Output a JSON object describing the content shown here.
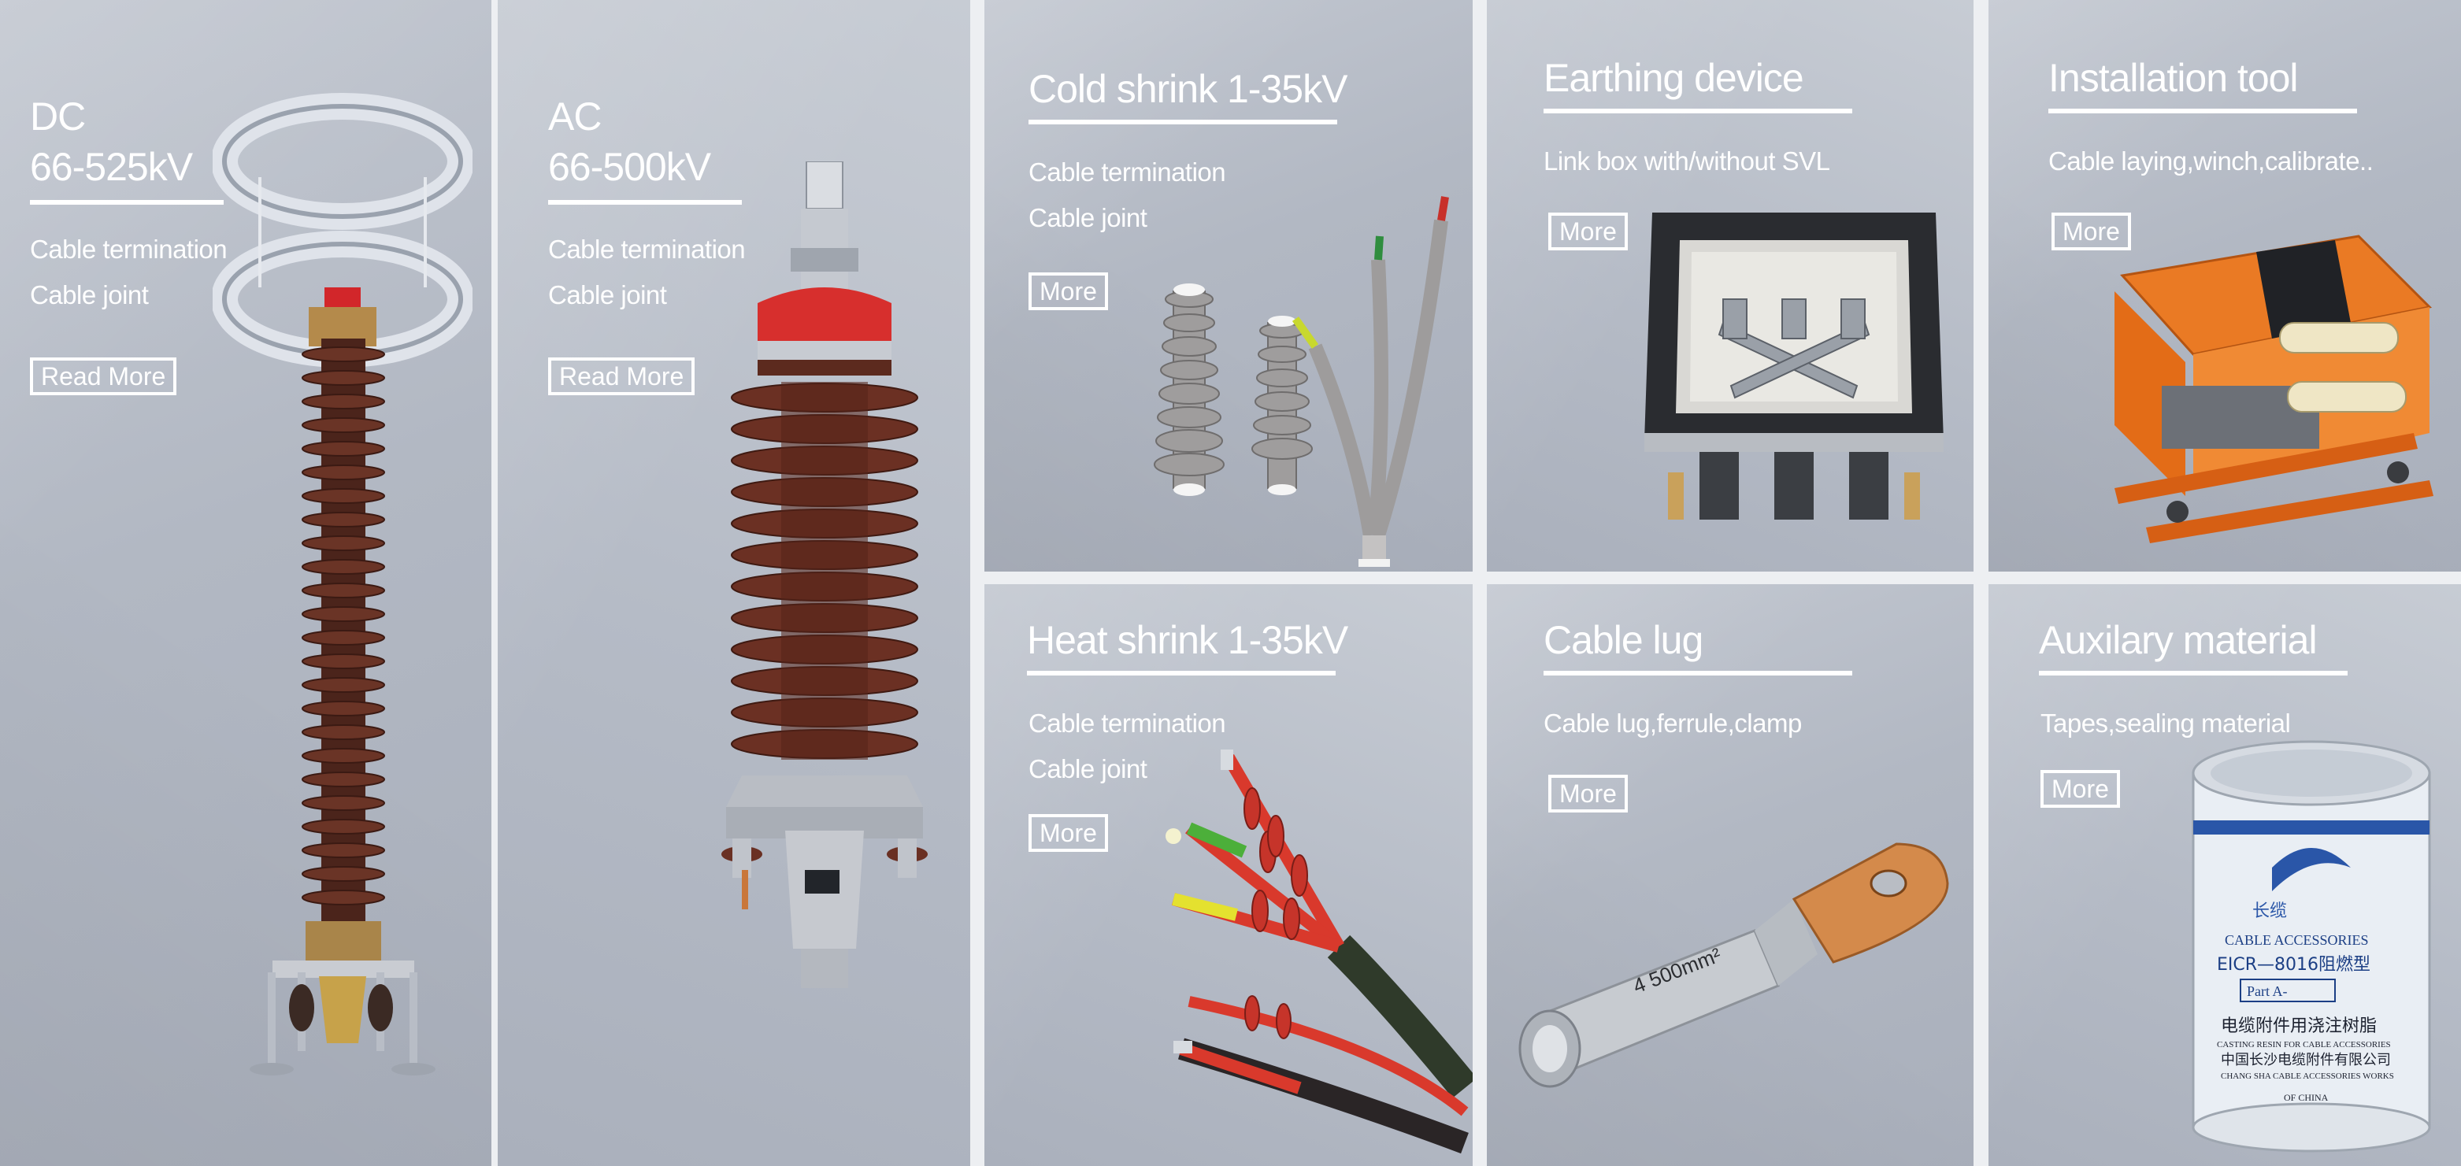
{
  "tiles": {
    "dc": {
      "title_line1": "DC",
      "title_line2": "66-525kV",
      "lines": [
        "Cable termination",
        "Cable joint"
      ],
      "button": "Read More",
      "image": "dc-cable-termination-image"
    },
    "ac": {
      "title_line1": "AC",
      "title_line2": "66-500kV",
      "lines": [
        "Cable termination",
        "Cable joint"
      ],
      "button": "Read More",
      "image": "ac-cable-termination-image"
    },
    "cold_shrink": {
      "title": "Cold shrink 1-35kV",
      "lines": [
        "Cable termination",
        "Cable joint"
      ],
      "button": "More",
      "image": "cold-shrink-termination-image"
    },
    "earthing": {
      "title": "Earthing device",
      "lines": [
        "Link box with/without SVL"
      ],
      "button": "More",
      "image": "link-box-image"
    },
    "installation": {
      "title": "Installation tool",
      "lines": [
        "Cable laying,winch,calibrate.."
      ],
      "button": "More",
      "image": "cable-laying-machine-image"
    },
    "heat_shrink": {
      "title": "Heat shrink 1-35kV",
      "lines": [
        "Cable termination",
        "Cable joint"
      ],
      "button": "More",
      "image": "heat-shrink-termination-image"
    },
    "cable_lug": {
      "title": "Cable lug",
      "lines": [
        "Cable lug,ferrule,clamp"
      ],
      "button": "More",
      "image": "cable-lug-image",
      "lug_marking": "4 500mm²"
    },
    "auxiliary": {
      "title": "Auxilary material",
      "lines": [
        "Tapes,sealing material"
      ],
      "button": "More",
      "image": "resin-can-image",
      "can_label": {
        "brand": "长缆",
        "line1": "CABLE ACCESSORIES",
        "line2": "EICR—8016阻燃型",
        "part": "Part A-",
        "line3": "电缆附件用浇注树脂",
        "line4": "CASTING RESIN FOR CABLE ACCESSORIES",
        "line5": "中国长沙电缆附件有限公司",
        "line6": "CHANG SHA CABLE ACCESSORIES WORKS",
        "line7": "OF CHINA"
      }
    }
  },
  "colors": {
    "tile": "#b4bac5",
    "text": "#ffffff",
    "porcelain_brown": "#5a2a1f",
    "copper": "#c9773a",
    "orange": "#e8701e",
    "red": "#d93a2e"
  }
}
